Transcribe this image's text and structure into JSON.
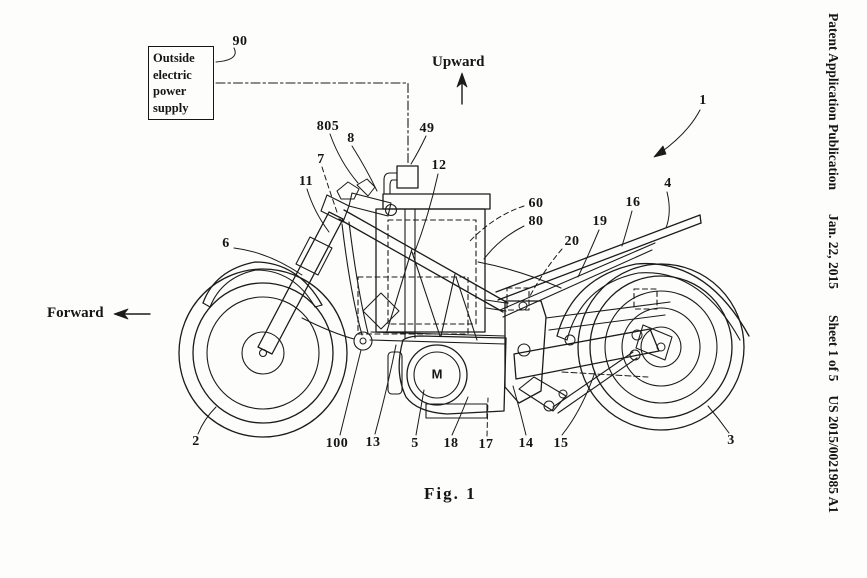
{
  "sidebar": {
    "publication": "Patent Application Publication",
    "date": "Jan. 22, 2015",
    "sheet": "Sheet 1 of 5",
    "doc_number": "US 2015/0021985 A1"
  },
  "figure": {
    "caption": "Fig. 1",
    "power_supply_label": "Outside electric power supply",
    "upward_label": "Upward",
    "forward_label": "Forward",
    "motor_letter": "M",
    "refs": {
      "n1": "1",
      "n2": "2",
      "n3": "3",
      "n4": "4",
      "n5": "5",
      "n6": "6",
      "n7": "7",
      "n8": "8",
      "n11": "11",
      "n12": "12",
      "n13": "13",
      "n14": "14",
      "n15": "15",
      "n16": "16",
      "n17": "17",
      "n18": "18",
      "n19": "19",
      "n20": "20",
      "n49": "49",
      "n60": "60",
      "n80": "80",
      "n90": "90",
      "n100": "100",
      "n805": "805"
    }
  }
}
